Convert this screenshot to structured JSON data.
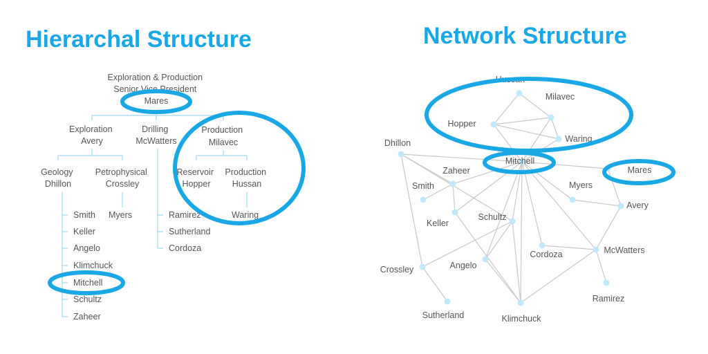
{
  "hierarchy": {
    "title": "Hierarchal Structure",
    "top": [
      "Exploration & Production",
      "Senior Vice President",
      "Mares"
    ],
    "exploration": [
      "Exploration",
      "Avery"
    ],
    "drilling": [
      "Drilling",
      "McWatters"
    ],
    "production": [
      "Production",
      "Milavec"
    ],
    "geology": [
      "Geology",
      "Dhillon"
    ],
    "petrophysical": [
      "Petrophysical",
      "Crossley"
    ],
    "reservoir": [
      "Reservoir",
      "Hopper"
    ],
    "production_hussan": [
      "Production",
      "Hussan"
    ],
    "geology_team": [
      "Smith",
      "Keller",
      "Angelo",
      "Klimchuck",
      "Mitchell",
      "Schultz",
      "Zaheer"
    ],
    "petrophysical_team": [
      "Myers"
    ],
    "drilling_team": [
      "Ramirez",
      "Sutherland",
      "Cordoza"
    ],
    "production_team": [
      "Waring"
    ]
  },
  "network": {
    "title": "Network Structure",
    "nodes": [
      "Hussan",
      "Milavec",
      "Hopper",
      "Waring",
      "Dhillon",
      "Mitchell",
      "Mares",
      "Zaheer",
      "Smith",
      "Myers",
      "Avery",
      "Keller",
      "Schultz",
      "Crossley",
      "Angelo",
      "Cordoza",
      "McWatters",
      "Ramirez",
      "Sutherland",
      "Klimchuck"
    ],
    "edges": [
      [
        "Hussan",
        "Milavec"
      ],
      [
        "Hussan",
        "Hopper"
      ],
      [
        "Hopper",
        "Milavec"
      ],
      [
        "Hopper",
        "Waring"
      ],
      [
        "Milavec",
        "Waring"
      ],
      [
        "Milavec",
        "Mitchell"
      ],
      [
        "Waring",
        "Mitchell"
      ],
      [
        "Hopper",
        "Mitchell"
      ],
      [
        "Dhillon",
        "Mitchell"
      ],
      [
        "Dhillon",
        "Zaheer"
      ],
      [
        "Dhillon",
        "Crossley"
      ],
      [
        "Dhillon",
        "Schultz"
      ],
      [
        "Mitchell",
        "Zaheer"
      ],
      [
        "Mitchell",
        "Keller"
      ],
      [
        "Mitchell",
        "Schultz"
      ],
      [
        "Mitchell",
        "Angelo"
      ],
      [
        "Mitchell",
        "Cordoza"
      ],
      [
        "Mitchell",
        "Myers"
      ],
      [
        "Mitchell",
        "Mares"
      ],
      [
        "Mitchell",
        "McWatters"
      ],
      [
        "Mitchell",
        "Klimchuck"
      ],
      [
        "Mares",
        "Avery"
      ],
      [
        "Myers",
        "Avery"
      ],
      [
        "Avery",
        "McWatters"
      ],
      [
        "Zaheer",
        "Smith"
      ],
      [
        "Zaheer",
        "Keller"
      ],
      [
        "Keller",
        "Klimchuck"
      ],
      [
        "Schultz",
        "Crossley"
      ],
      [
        "Schultz",
        "Angelo"
      ],
      [
        "Schultz",
        "Klimchuck"
      ],
      [
        "Crossley",
        "Sutherland"
      ],
      [
        "Angelo",
        "Klimchuck"
      ],
      [
        "Cordoza",
        "McWatters"
      ],
      [
        "McWatters",
        "Klimchuck"
      ],
      [
        "McWatters",
        "Ramirez"
      ]
    ]
  },
  "colors": {
    "title": "#1aa7e6",
    "highlight_ring": "#1aa7e6",
    "org_line": "#9fd8f0",
    "node_fill": "#bfe8fa",
    "edge": "#c8c8c8",
    "label_text": "#555555"
  }
}
